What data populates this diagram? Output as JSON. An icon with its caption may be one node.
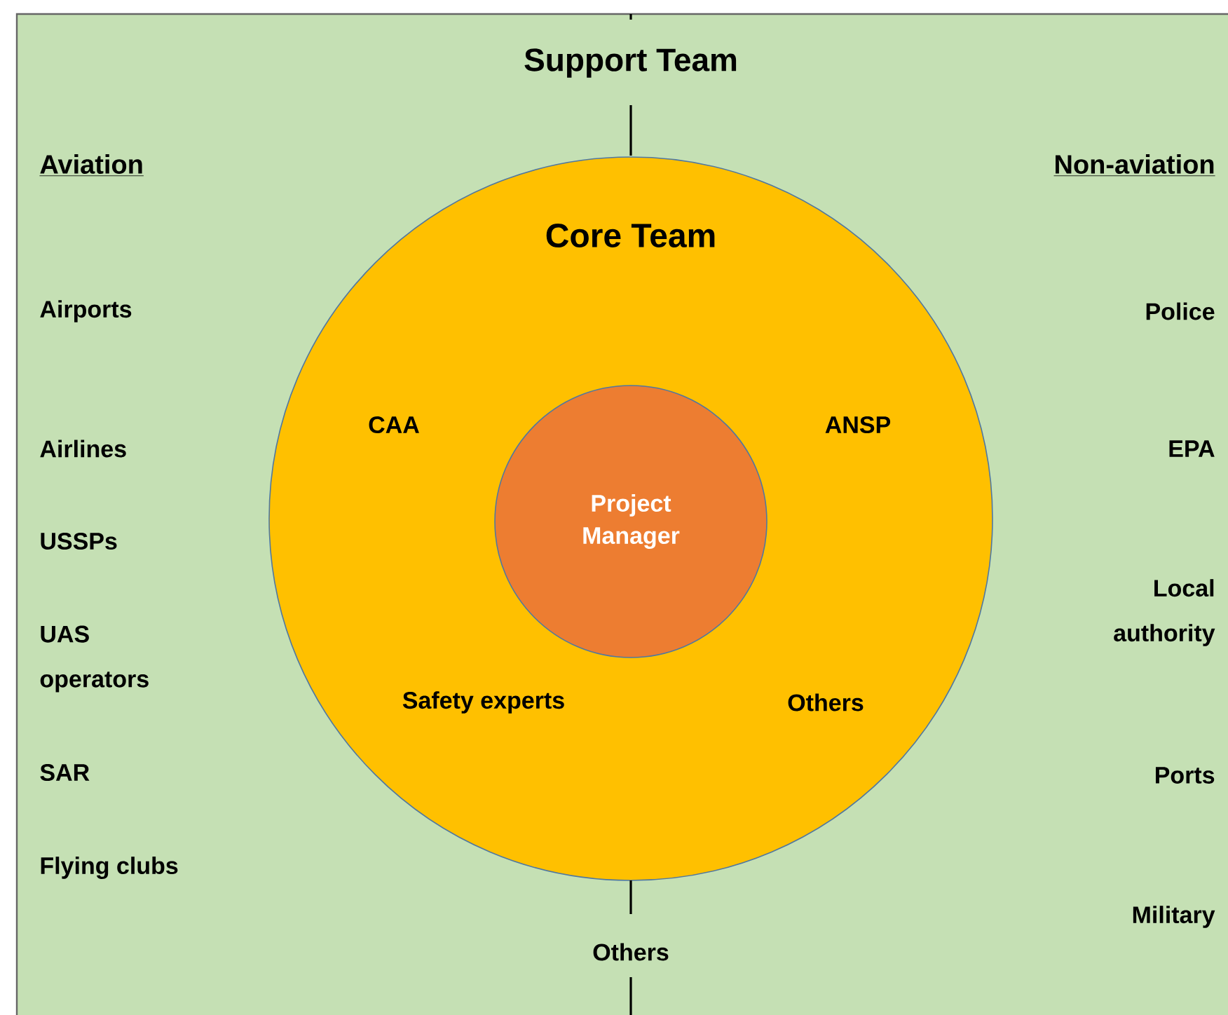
{
  "diagram": {
    "nodes": [
      {
        "text": [
          "Support Team"
        ]
      },
      {
        "text": [
          "Core Team"
        ],
        "in": 0
      },
      {
        "text": [
          "Project Manager"
        ],
        "in": 1
      }
    ],
    "labels": [
      "Aviation",
      "Non-aviation",
      "Airports",
      "Police",
      "CAA",
      "ANSP",
      "Airlines",
      "EPA",
      "USSPs",
      "Local authority",
      "UAS operators",
      "Safety experts",
      "Others",
      "SAR",
      "Ports",
      "Flying clubs",
      "Military",
      "Others"
    ]
  }
}
